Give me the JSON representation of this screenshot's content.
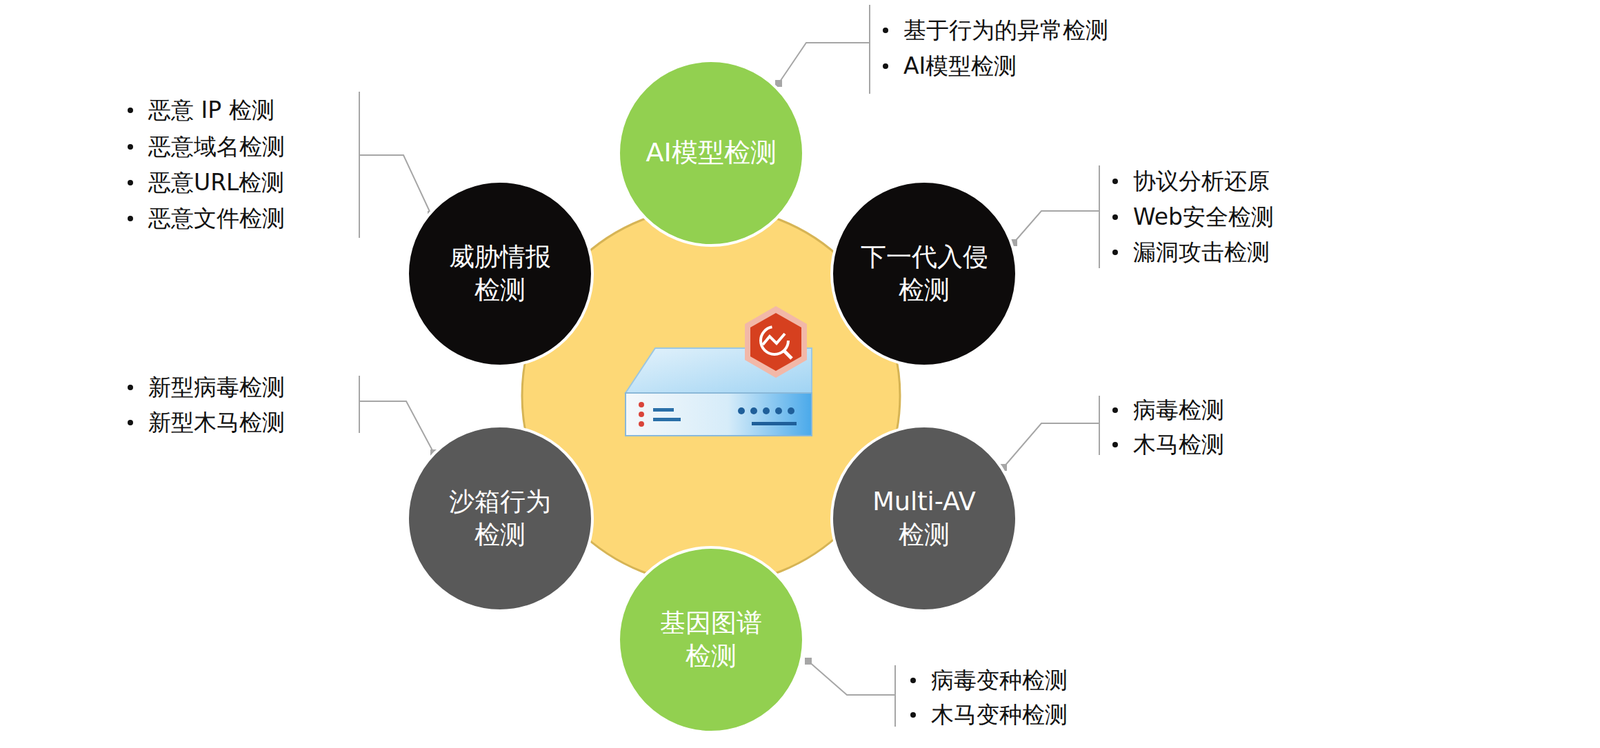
{
  "diagram": {
    "nodes": [
      {
        "text": [
          "AI模型检测"
        ]
      },
      {
        "text": [
          "威胁情报 检测"
        ]
      },
      {
        "text": [
          "下一代入侵 检测"
        ]
      },
      {
        "text": [
          "沙箱行为 检测"
        ]
      },
      {
        "text": [
          "Multi-AV 检测"
        ]
      },
      {
        "text": [
          "基因图谱 检测"
        ]
      }
    ],
    "labels": [
      "基于行为的异常检测",
      "AI模型检测",
      "恶意 IP 检测",
      "恶意域名检测",
      "恶意URL检测",
      "恶意文件检测",
      "协议分析还原",
      "Web安全检测",
      "漏洞攻击检测",
      "新型病毒检测",
      "新型木马检测",
      "病毒检测",
      "木马检测",
      "病毒变种检测",
      "木马变种检测"
    ]
  }
}
